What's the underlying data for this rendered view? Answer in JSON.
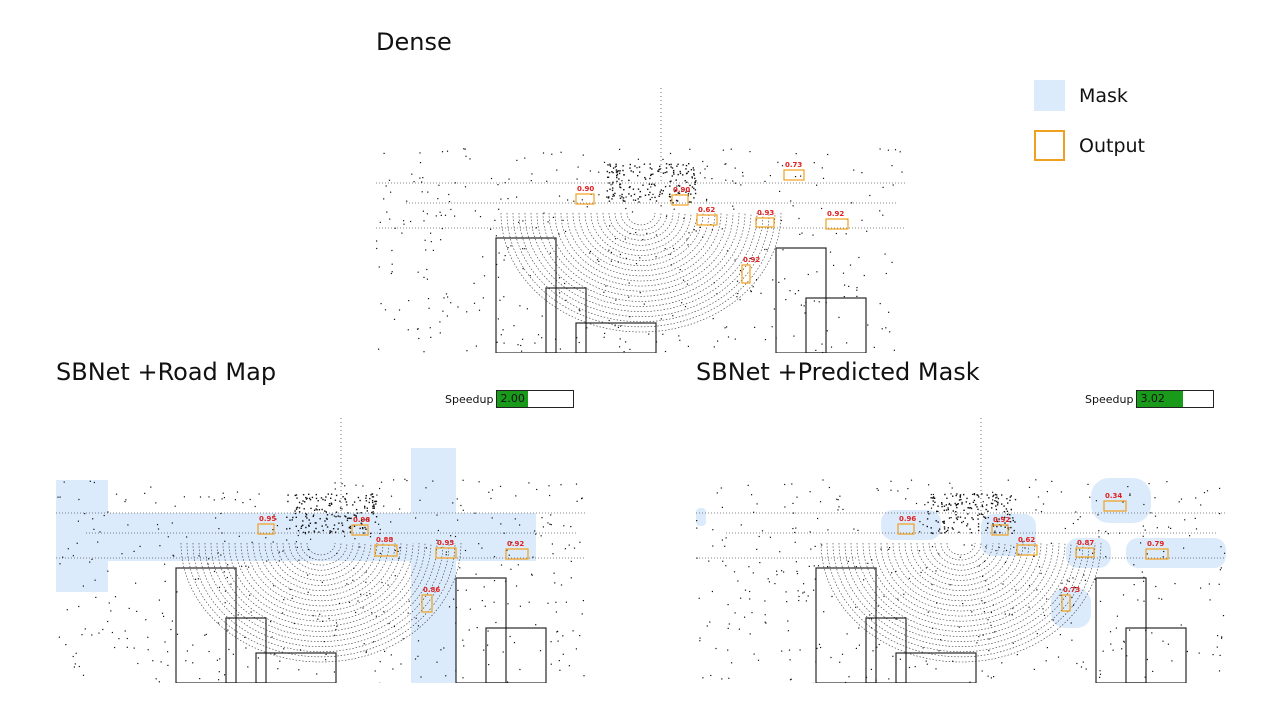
{
  "panels": {
    "dense": {
      "title": "Dense"
    },
    "road_map": {
      "title": "SBNet +Road Map"
    },
    "predicted_mask": {
      "title": "SBNet +Predicted Mask"
    }
  },
  "legend": {
    "mask_label": "Mask",
    "output_label": "Output",
    "mask_color": "#dcebfb",
    "output_color": "#f0a020"
  },
  "speedup": {
    "label": "Speedup",
    "road_map_value": "2.00",
    "road_map_fraction": 0.4,
    "predicted_mask_value": "3.02",
    "predicted_mask_fraction": 0.6,
    "bar_color": "#1a9a1a"
  },
  "detections": {
    "dense": [
      "0.90",
      "0.90",
      "0.73",
      "0.62",
      "0.93",
      "0.92",
      "0.92"
    ],
    "road_map": [
      "0.95",
      "0.98",
      "0.88",
      "0.93",
      "0.92",
      "0.86"
    ],
    "predicted_mask": [
      "0.96",
      "0.92",
      "0.62",
      "0.87",
      "0.34",
      "0.79",
      "0.73"
    ]
  },
  "colors": {
    "score_text": "#e02020",
    "points": "#111111"
  }
}
